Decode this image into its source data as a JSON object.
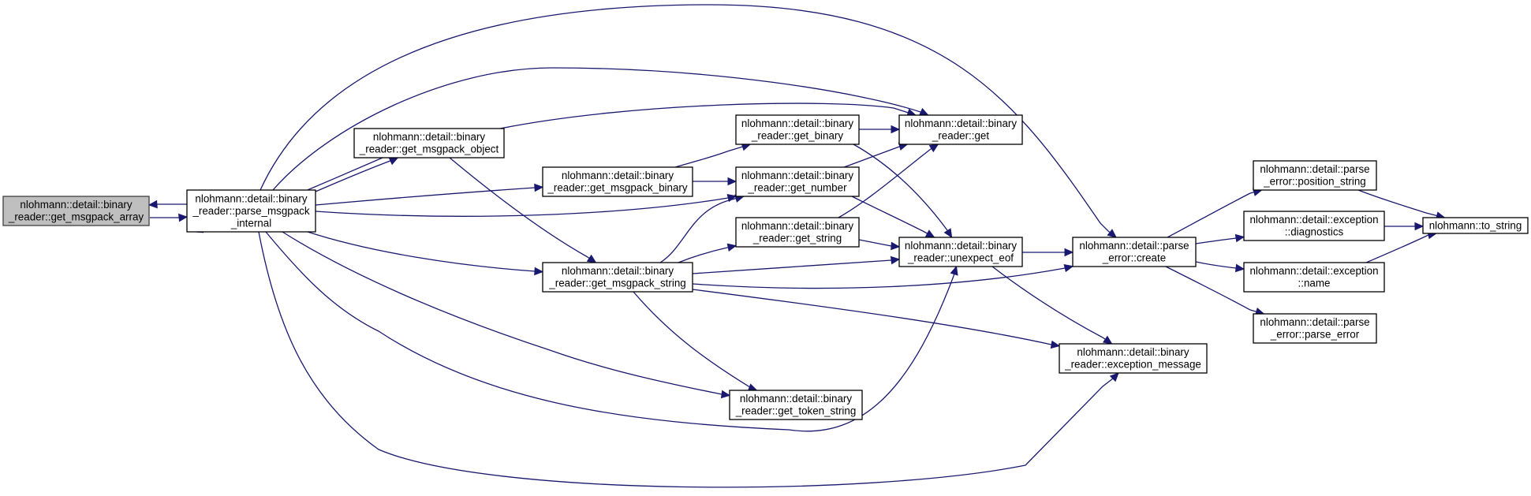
{
  "diagram": {
    "type": "call-graph",
    "colors": {
      "edge": "#191970",
      "node_border": "#000000",
      "node_fill": "#ffffff",
      "focus_fill": "#bfbfbf"
    },
    "nodes": [
      {
        "id": "get_msgpack_array",
        "focus": true,
        "lines": [
          "nlohmann::detail::binary",
          "_reader::get_msgpack_array"
        ]
      },
      {
        "id": "parse_msgpack_internal",
        "lines": [
          "nlohmann::detail::binary",
          "_reader::parse_msgpack",
          "_internal"
        ]
      },
      {
        "id": "get_msgpack_object",
        "lines": [
          "nlohmann::detail::binary",
          "_reader::get_msgpack_object"
        ]
      },
      {
        "id": "get_msgpack_binary",
        "lines": [
          "nlohmann::detail::binary",
          "_reader::get_msgpack_binary"
        ]
      },
      {
        "id": "get_msgpack_string",
        "lines": [
          "nlohmann::detail::binary",
          "_reader::get_msgpack_string"
        ]
      },
      {
        "id": "get_binary",
        "lines": [
          "nlohmann::detail::binary",
          "_reader::get_binary"
        ]
      },
      {
        "id": "get_number",
        "lines": [
          "nlohmann::detail::binary",
          "_reader::get_number"
        ]
      },
      {
        "id": "get_string",
        "lines": [
          "nlohmann::detail::binary",
          "_reader::get_string"
        ]
      },
      {
        "id": "get_token_string",
        "lines": [
          "nlohmann::detail::binary",
          "_reader::get_token_string"
        ]
      },
      {
        "id": "get",
        "lines": [
          "nlohmann::detail::binary",
          "_reader::get"
        ]
      },
      {
        "id": "unexpect_eof",
        "lines": [
          "nlohmann::detail::binary",
          "_reader::unexpect_eof"
        ]
      },
      {
        "id": "exception_message",
        "lines": [
          "nlohmann::detail::binary",
          "_reader::exception_message"
        ]
      },
      {
        "id": "parse_error_create",
        "lines": [
          "nlohmann::detail::parse",
          "_error::create"
        ]
      },
      {
        "id": "position_string",
        "lines": [
          "nlohmann::detail::parse",
          "_error::position_string"
        ]
      },
      {
        "id": "diagnostics",
        "lines": [
          "nlohmann::detail::exception",
          "::diagnostics"
        ]
      },
      {
        "id": "name",
        "lines": [
          "nlohmann::detail::exception",
          "::name"
        ]
      },
      {
        "id": "parse_error",
        "lines": [
          "nlohmann::detail::parse",
          "_error::parse_error"
        ]
      },
      {
        "id": "to_string",
        "lines": [
          "nlohmann::to_string"
        ]
      }
    ],
    "edges": [
      {
        "from": "get_msgpack_array",
        "to": "parse_msgpack_internal"
      },
      {
        "from": "parse_msgpack_internal",
        "to": "get_msgpack_array"
      },
      {
        "from": "parse_msgpack_internal",
        "to": "get_msgpack_object"
      },
      {
        "from": "get_msgpack_object",
        "to": "parse_msgpack_internal"
      },
      {
        "from": "parse_msgpack_internal",
        "to": "get_msgpack_binary"
      },
      {
        "from": "parse_msgpack_internal",
        "to": "get_number"
      },
      {
        "from": "parse_msgpack_internal",
        "to": "get_msgpack_string"
      },
      {
        "from": "parse_msgpack_internal",
        "to": "get"
      },
      {
        "from": "parse_msgpack_internal",
        "to": "parse_error_create"
      },
      {
        "from": "parse_msgpack_internal",
        "to": "get_token_string"
      },
      {
        "from": "parse_msgpack_internal",
        "to": "unexpect_eof"
      },
      {
        "from": "parse_msgpack_internal",
        "to": "exception_message"
      },
      {
        "from": "get_msgpack_object",
        "to": "get"
      },
      {
        "from": "get_msgpack_object",
        "to": "get_msgpack_string"
      },
      {
        "from": "get_msgpack_binary",
        "to": "get_binary"
      },
      {
        "from": "get_msgpack_binary",
        "to": "get_number"
      },
      {
        "from": "get_msgpack_string",
        "to": "get_number"
      },
      {
        "from": "get_msgpack_string",
        "to": "get_string"
      },
      {
        "from": "get_msgpack_string",
        "to": "unexpect_eof"
      },
      {
        "from": "get_msgpack_string",
        "to": "parse_error_create"
      },
      {
        "from": "get_msgpack_string",
        "to": "exception_message"
      },
      {
        "from": "get_msgpack_string",
        "to": "get_token_string"
      },
      {
        "from": "get_binary",
        "to": "get"
      },
      {
        "from": "get_binary",
        "to": "unexpect_eof"
      },
      {
        "from": "get_number",
        "to": "get"
      },
      {
        "from": "get_number",
        "to": "unexpect_eof"
      },
      {
        "from": "get_string",
        "to": "get"
      },
      {
        "from": "get_string",
        "to": "unexpect_eof"
      },
      {
        "from": "unexpect_eof",
        "to": "parse_error_create"
      },
      {
        "from": "unexpect_eof",
        "to": "exception_message"
      },
      {
        "from": "parse_error_create",
        "to": "position_string"
      },
      {
        "from": "parse_error_create",
        "to": "diagnostics"
      },
      {
        "from": "parse_error_create",
        "to": "name"
      },
      {
        "from": "parse_error_create",
        "to": "parse_error"
      },
      {
        "from": "position_string",
        "to": "to_string"
      },
      {
        "from": "diagnostics",
        "to": "to_string"
      },
      {
        "from": "name",
        "to": "to_string"
      }
    ]
  }
}
